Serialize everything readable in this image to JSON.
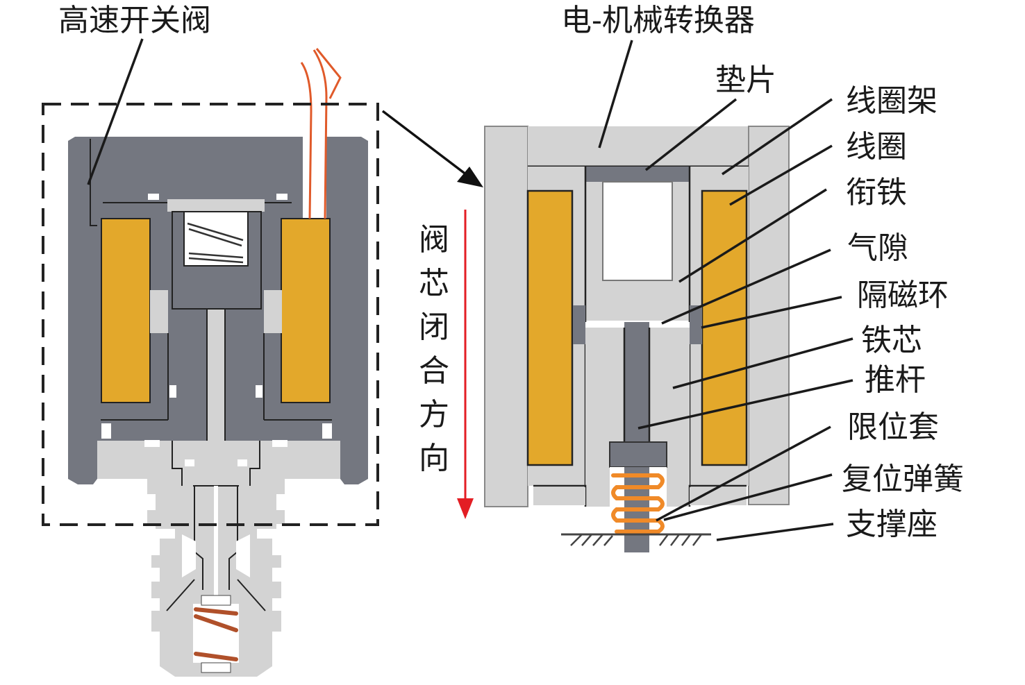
{
  "figure": {
    "left_title": "高速开关阀",
    "right_title": "电-机械转换器",
    "direction_label": [
      "阀",
      "芯",
      "闭",
      "合",
      "方",
      "向"
    ],
    "direction_arrow_color": "#e31e24",
    "coil_color": "#e3a82b",
    "dark_steel_color": "#747780",
    "light_steel_color": "#d3d3d3",
    "spring_color": "#f08a28",
    "wire_color": "#e05a2a"
  },
  "component_labels": [
    {
      "id": "shim",
      "text": "垫片"
    },
    {
      "id": "coil-frame",
      "text": "线圈架"
    },
    {
      "id": "coil",
      "text": "线圈"
    },
    {
      "id": "armature",
      "text": "衔铁"
    },
    {
      "id": "air-gap",
      "text": "气隙"
    },
    {
      "id": "magnetic-isolation-ring",
      "text": "隔磁环"
    },
    {
      "id": "iron-core",
      "text": "铁芯"
    },
    {
      "id": "push-rod",
      "text": "推杆"
    },
    {
      "id": "limit-sleeve",
      "text": "限位套"
    },
    {
      "id": "return-spring",
      "text": "复位弹簧"
    },
    {
      "id": "support-base",
      "text": "支撑座"
    }
  ]
}
